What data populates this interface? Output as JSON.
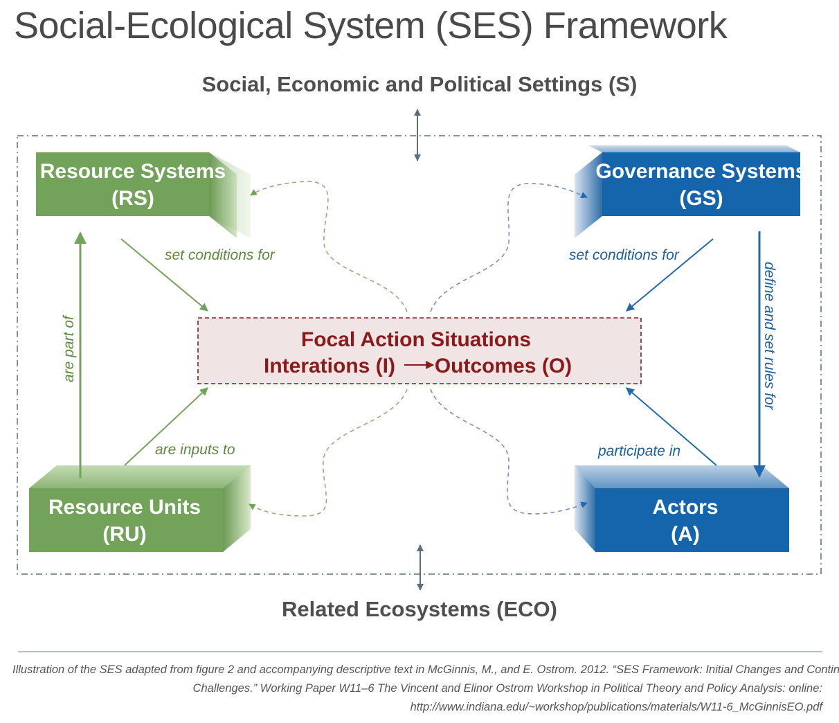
{
  "title": "Social-Ecological System (SES) Framework",
  "settings": {
    "top": "Social, Economic and Political Settings (S)",
    "bottom": "Related Ecosystems (ECO)"
  },
  "nodes": {
    "resource_systems": {
      "line1": "Resource Systems",
      "line2": "(RS)"
    },
    "governance_systems": {
      "line1": "Governance Systems",
      "line2": "(GS)"
    },
    "resource_units": {
      "line1": "Resource Units",
      "line2": "(RU)"
    },
    "actors": {
      "line1": "Actors",
      "line2": "(A)"
    },
    "focal": {
      "line1": "Focal Action Situations",
      "interactions": "Interations (I)",
      "outcomes": "Outcomes (O)"
    }
  },
  "edges": {
    "rs_to_focal": "set conditions for",
    "gs_to_focal": "set conditions for",
    "ru_to_rs": "are part of",
    "ru_to_focal": "are inputs to",
    "a_to_focal": "participate in",
    "gs_to_a": "define and set rules for"
  },
  "colors": {
    "green": "#73a35a",
    "blue": "#1565ac",
    "focal_red": "#8b1a1a",
    "focal_fill": "#f1e4e4",
    "gray": "#5d6e79"
  },
  "caption": {
    "line1": "Illustration of the SES adapted from figure 2 and accompanying descriptive text in McGinnis, M., and E. Ostrom. 2012. “SES Framework: Initial Changes and Continuing",
    "line2": "Challenges.” Working Paper W11–6 The Vincent and Elinor Ostrom Workshop in Political Theory and Policy Analysis: online:",
    "line3": "http://www.indiana.edu/~workshop/publications/materials/W11-6_McGinnisEO.pdf"
  }
}
